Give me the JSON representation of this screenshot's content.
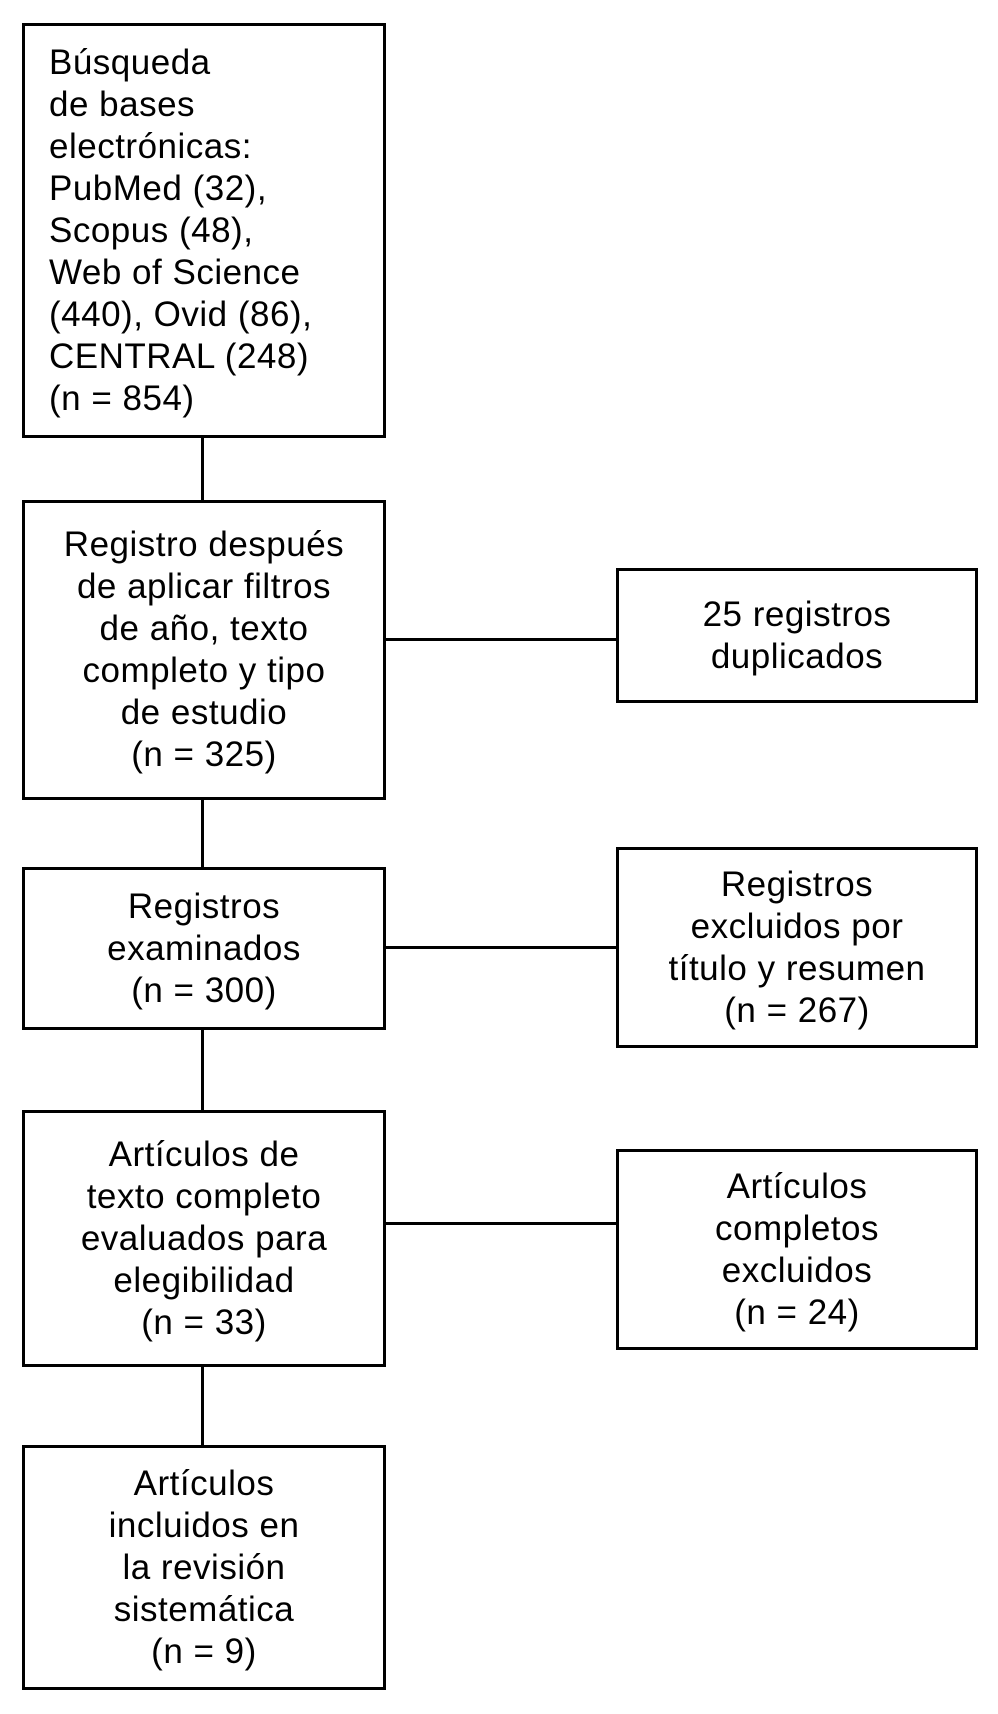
{
  "diagram": {
    "type": "prisma-flowchart",
    "colors": {
      "background": "#ffffff",
      "box_border": "#000000",
      "text": "#000000",
      "connector": "#000000"
    },
    "flow": {
      "search": {
        "label": "Búsqueda\nde bases\nelectrónicas:\nPubMed (32),\nScopus (48),\nWeb of Science\n(440), Ovid (86),\nCENTRAL (248)\n(n = 854)"
      },
      "filtered": {
        "label": "Registro después\nde aplicar filtros\nde año, texto\ncompleto y tipo\nde estudio\n(n = 325)"
      },
      "screened": {
        "label": "Registros\nexaminados\n(n = 300)"
      },
      "fulltext_assessed": {
        "label": "Artículos de\ntexto completo\nevaluados para\nelegibilidad\n(n = 33)"
      },
      "included": {
        "label": "Artículos\nincluidos en\nla revisión\nsistemática\n(n = 9)"
      }
    },
    "exclusions": {
      "duplicates": {
        "label": "25 registros\nduplicados"
      },
      "title_abstract": {
        "label": "Registros\nexcluidos por\ntítulo y resumen\n(n = 267)"
      },
      "fulltext": {
        "label": "Artículos\ncompletos\nexcluidos\n(n = 24)"
      }
    }
  }
}
